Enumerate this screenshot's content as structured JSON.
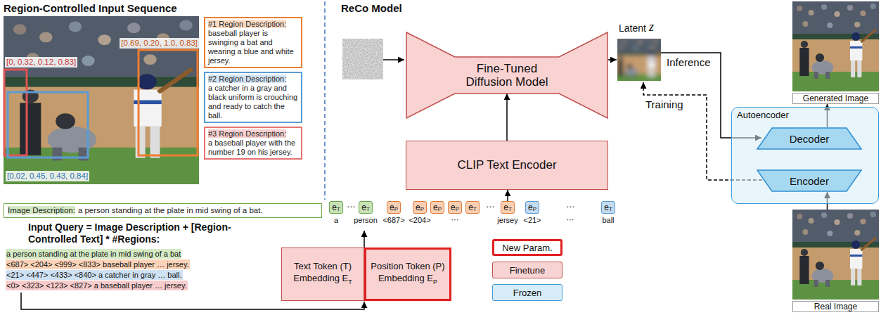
{
  "diagram": {
    "nodes": [
      {
        "text": [
          "#1 Region Description:",
          "baseball player is swinging a bat and wearing a blue and white jersey."
        ]
      },
      {
        "text": [
          "#2 Region Description:",
          "a catcher in a gray and black uniform is crouching and ready to catch the ball."
        ]
      },
      {
        "text": [
          "#3 Region Description:",
          "a baseball player with the number 19 on his jersey."
        ]
      },
      {
        "text": [
          "Image Description:",
          "a person standing at the plate in mid swing of a bat."
        ]
      },
      {
        "text": [
          "Fine-Tuned Diffusion Model"
        ]
      },
      {
        "text": [
          "Generated Image"
        ]
      },
      {
        "text": [
          "Autoencoder"
        ]
      },
      {
        "text": [
          "Decoder"
        ],
        "in": 6
      },
      {
        "text": [
          "Encoder"
        ],
        "in": 6
      },
      {
        "text": [
          "Real Image"
        ]
      },
      {
        "text": [
          "CLIP Text Encoder"
        ]
      },
      {
        "text": [
          "e",
          "T"
        ]
      },
      {
        "text": [
          "e",
          "T"
        ]
      },
      {
        "text": [
          "e",
          "P"
        ]
      },
      {
        "text": [
          "e",
          "P"
        ]
      },
      {
        "text": [
          "e",
          "P"
        ]
      },
      {
        "text": [
          "e",
          "P"
        ]
      },
      {
        "text": [
          "e",
          "T"
        ]
      },
      {
        "text": [
          "e",
          "T"
        ]
      },
      {
        "text": [
          "e",
          "P"
        ]
      },
      {
        "text": [
          "e",
          "T"
        ]
      },
      {
        "text": [
          "Text Token (T)",
          "Embedding E",
          "T"
        ]
      },
      {
        "text": [
          "Position Token (P)",
          "Embedding E",
          "P"
        ]
      }
    ],
    "edges": [
      {
        "from": 18,
        "to": 10,
        "arrow": "to"
      },
      {
        "from": 10,
        "to": 4,
        "arrow": "to"
      },
      {
        "from": 7,
        "to": 5,
        "arrow": "to"
      },
      {
        "from": 9,
        "to": 8,
        "arrow": "to"
      }
    ],
    "labels": [
      "Region-Controlled Input Sequence",
      "[0.69, 0.20, 1.0, 0.83]",
      "[0, 0.32, 0.12, 0.83]",
      "[0.02, 0.45, 0.43, 0.84]",
      "Input Query = Image Description + [Region-Controlled Text] * #Regions:",
      "a person standing at the plate in mid swing of a bat",
      "<687> <204> <999> <833> baseball player … jersey.",
      "<21> <447> <433> <840> a catcher in gray … ball.",
      "<0> <323> <123> <827> a baseball player … jersey.",
      "ReCo Model",
      "Latent",
      "z",
      "Inference",
      "Training",
      "⋯",
      "⋯",
      "⋯",
      "a",
      "person",
      "<687>",
      "<204>",
      "⋯",
      "jersey",
      "<21>",
      "⋯",
      "ball"
    ],
    "legend": [
      {
        "text": "New Param."
      },
      {
        "text": "Finetune",
        "color": "#f8d3d3"
      },
      {
        "text": "Frozen",
        "color": "#d6ecf8"
      }
    ]
  }
}
